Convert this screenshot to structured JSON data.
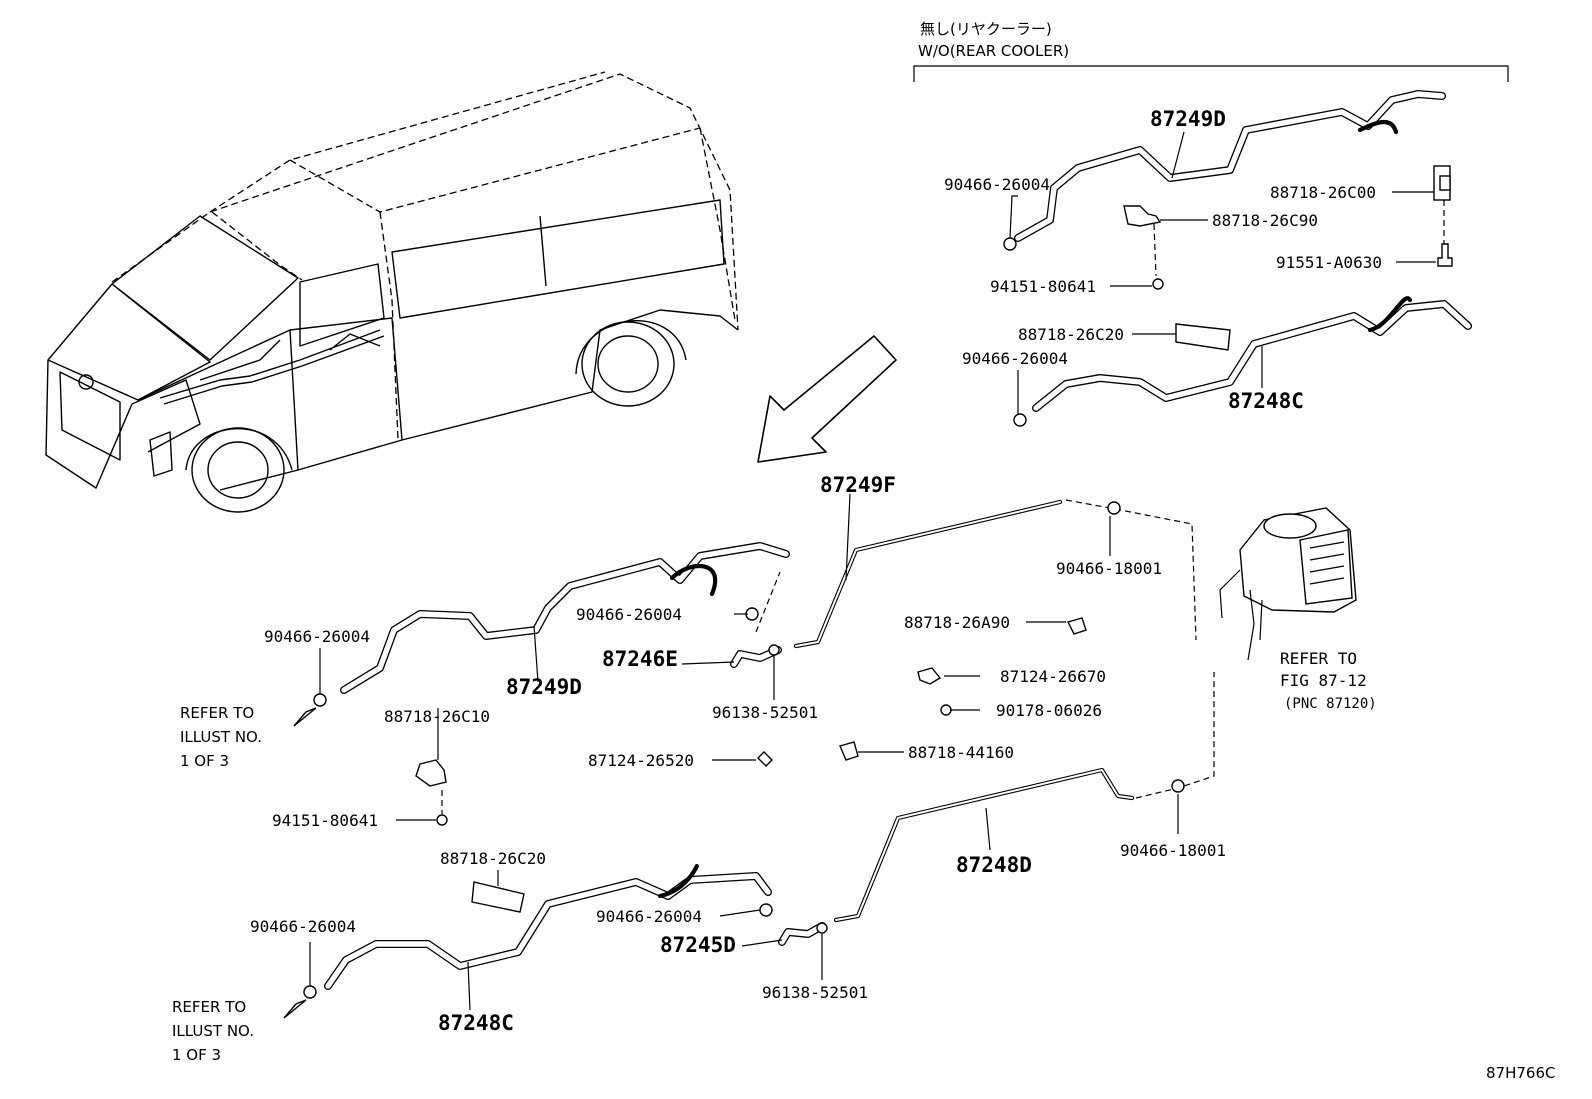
{
  "header": {
    "jp_note": "無し(リヤクーラー)",
    "en_note": "W/O(REAR COOLER)"
  },
  "labels": {
    "p87249D_top": "87249D",
    "p90466_26004_a": "90466-26004",
    "p88718_26C00": "88718-26C00",
    "p88718_26C90": "88718-26C90",
    "p91551_A0630": "91551-A0630",
    "p94151_80641_a": "94151-80641",
    "p88718_26C20_a": "88718-26C20",
    "p90466_26004_b": "90466-26004",
    "p87248C_top": "87248C",
    "p87249F": "87249F",
    "p90466_18001_a": "90466-18001",
    "p90466_26004_c": "90466-26004",
    "p87246E": "87246E",
    "p90466_26004_d": "90466-26004",
    "p87249D_mid": "87249D",
    "p88718_26C10": "88718-26C10",
    "p96138_52501_a": "96138-52501",
    "p88718_26A90": "88718-26A90",
    "p87124_26670": "87124-26670",
    "p90178_06026": "90178-06026",
    "p87124_26520": "87124-26520",
    "p88718_44160": "88718-44160",
    "p94151_80641_b": "94151-80641",
    "p88718_26C20_b": "88718-26C20",
    "p87248D": "87248D",
    "p90466_18001_b": "90466-18001",
    "p90466_26004_e": "90466-26004",
    "p90466_26004_f": "90466-26004",
    "p87245D": "87245D",
    "p96138_52501_b": "96138-52501",
    "p87248C_bot": "87248C"
  },
  "refer_notes": {
    "illust_1": [
      "REFER TO",
      "ILLUST NO.",
      "1 OF 3"
    ],
    "illust_2": [
      "REFER TO",
      "ILLUST NO.",
      "1 OF 3"
    ],
    "fig": [
      "REFER TO",
      "FIG 87-12",
      "(PNC 87120)"
    ]
  },
  "figure_code": "87H766C"
}
